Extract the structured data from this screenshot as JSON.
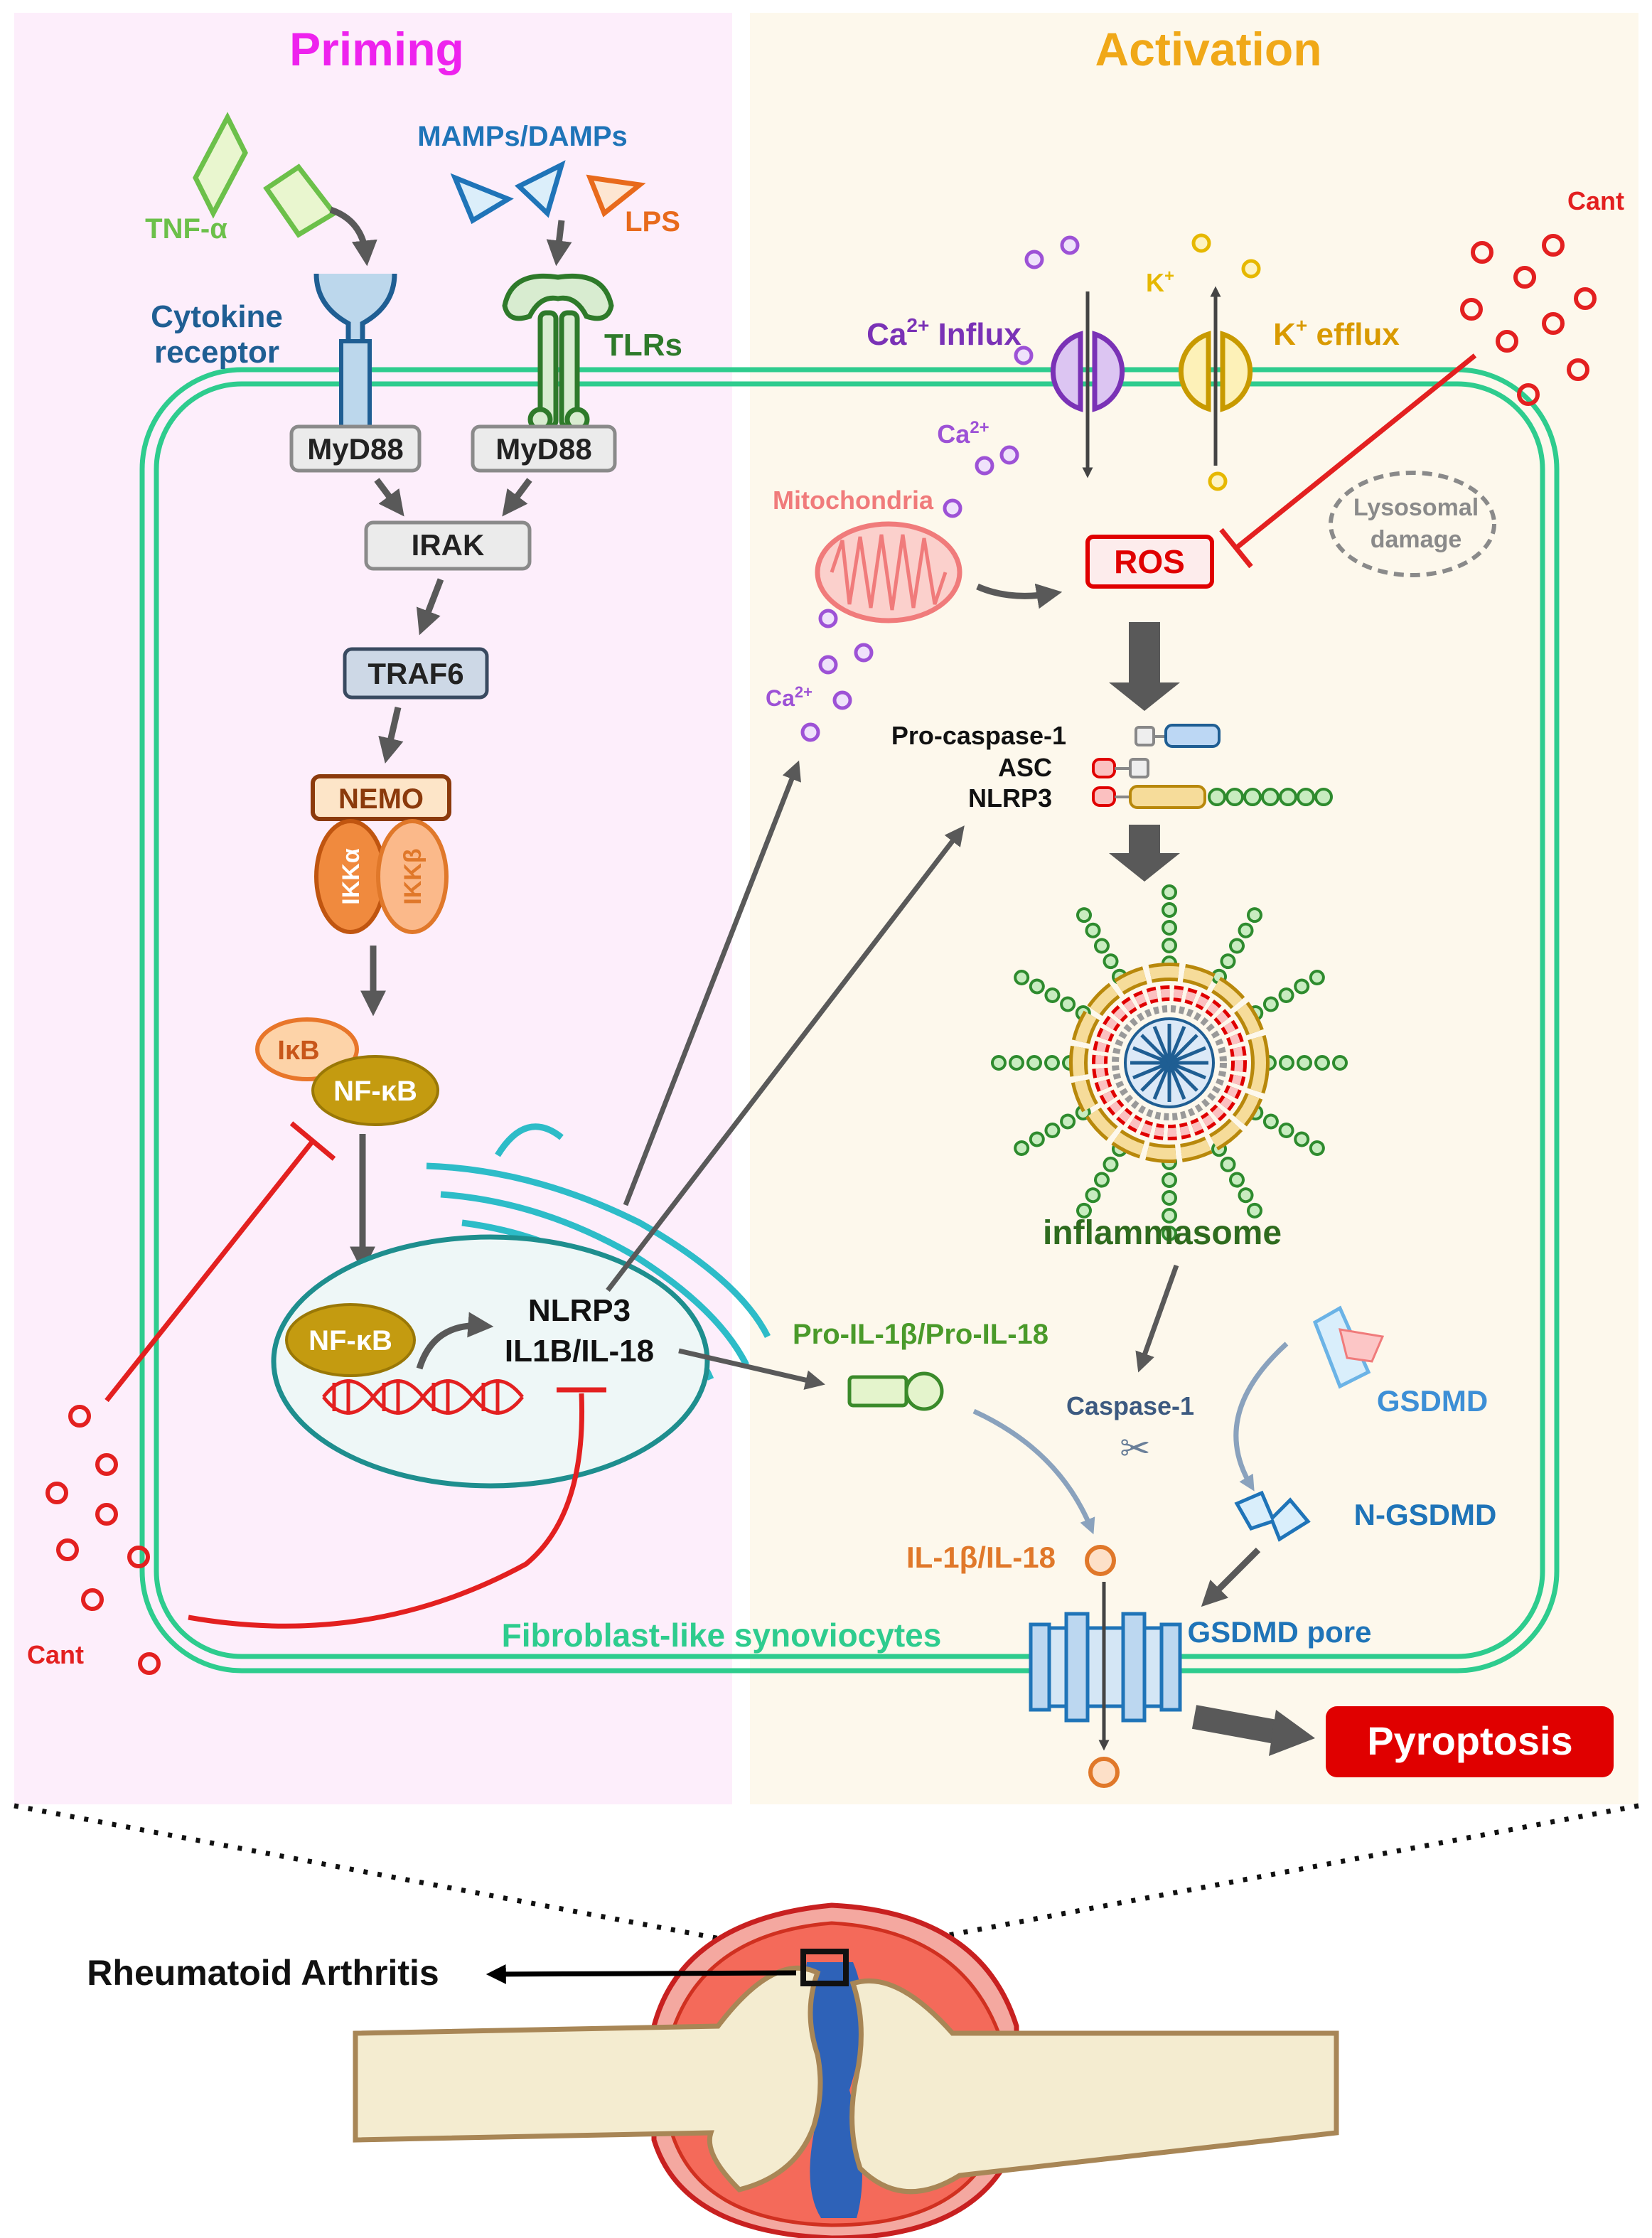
{
  "sections": {
    "priming": "Priming",
    "activation": "Activation"
  },
  "stimuli": {
    "tnf": "TNF-α",
    "mamps": "MAMPs/DAMPs",
    "lps": "LPS",
    "cant_top": "Cant",
    "cant_left": "Cant"
  },
  "receptors": {
    "cytokine_line1": "Cytokine",
    "cytokine_line2": "receptor",
    "tlrs": "TLRs"
  },
  "pathway": {
    "myd88_left": "MyD88",
    "myd88_right": "MyD88",
    "irak": "IRAK",
    "traf6": "TRAF6",
    "nemo": "NEMO",
    "ikka": "IKKα",
    "ikkb": "IKKβ",
    "ikb": "IκB",
    "nfkb": "NF-κB",
    "nfkb_nucleus": "NF-κB",
    "nlrp3_gene": "NLRP3",
    "il_genes": "IL1B/IL-18"
  },
  "activation": {
    "ca_influx": "Ca",
    "ca_influx_sup": "2+",
    "ca_influx_suffix": " Influx",
    "k_efflux": "K",
    "k_efflux_sup": "+",
    "k_efflux_suffix": " efflux",
    "k_ion": "K",
    "k_ion_sup": "+",
    "ca_ion": "Ca",
    "ca_ion_sup": "2+",
    "ca_ion_low": "Ca",
    "ca_ion_low_sup": "2+",
    "mitochondria": "Mitochondria",
    "lysosomal_line1": "Lysosomal",
    "lysosomal_line2": "damage",
    "ros": "ROS",
    "pro_caspase": "Pro-caspase-1",
    "asc": "ASC",
    "nlrp3": "NLRP3",
    "inflammasome": "inflammasome",
    "caspase1": "Caspase-1",
    "gsdmd": "GSDMD",
    "n_gsdmd": "N-GSDMD",
    "pro_il": "Pro-IL-1β/Pro-IL-18",
    "il": "IL-1β/IL-18",
    "gsdmd_pore": "GSDMD pore",
    "pyroptosis": "Pyroptosis",
    "cell_label": "Fibroblast-like synoviocytes"
  },
  "bottom": {
    "ra": "Rheumatoid Arthritis"
  },
  "colors": {
    "priming_bg": "#fdeefb",
    "activation_bg": "#fdf8ec",
    "priming_title": "#ee22ee",
    "activation_title": "#f0a818",
    "membrane": "#2ecc8e",
    "cant_red": "#e32020",
    "arrow_gray": "#595959",
    "pyroptosis_bg": "#e00000"
  }
}
